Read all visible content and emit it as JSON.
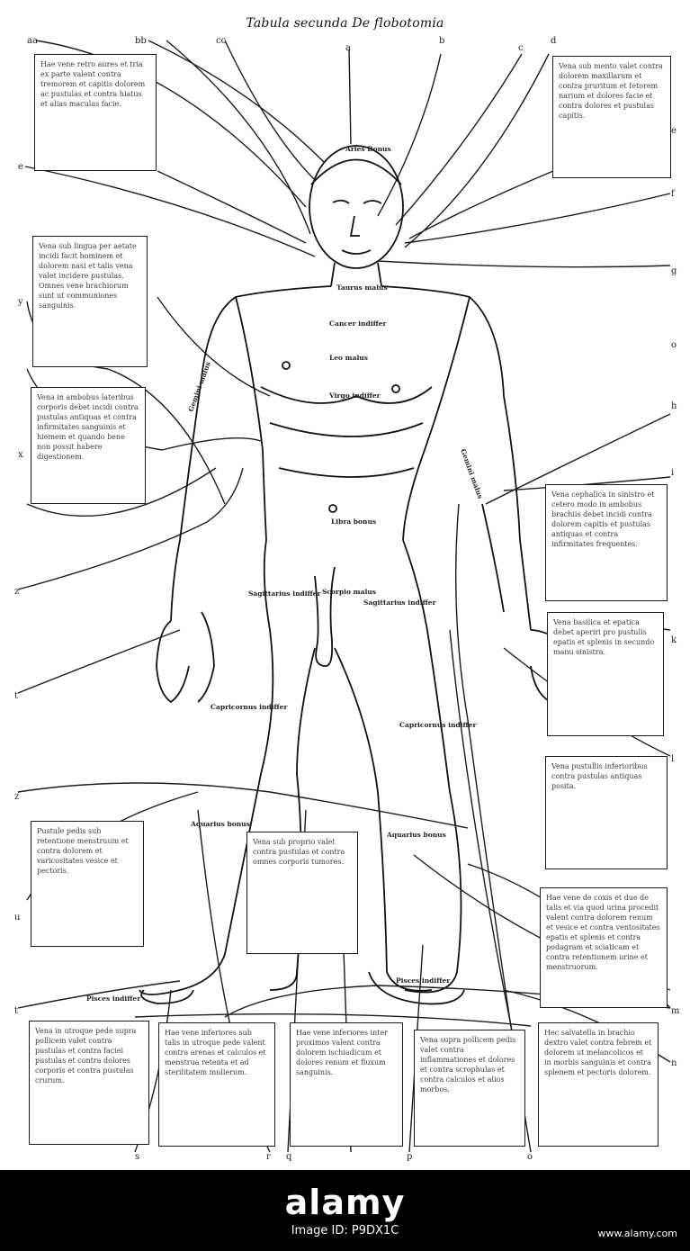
{
  "title": "Tabula secunda De flobotomia",
  "corner_letters": {
    "tl": "aa",
    "bb": "bb",
    "cc": "cc",
    "a": "a",
    "b": "b",
    "c": "c",
    "d": "d",
    "e": "e",
    "f": "f",
    "g": "g",
    "h": "h",
    "i": "i",
    "k": "k",
    "l": "l",
    "m": "m",
    "n": "n",
    "o": "o",
    "p": "p",
    "q": "q",
    "r": "r",
    "s": "s",
    "t": "t",
    "u": "u",
    "x": "x",
    "y": "y",
    "z": "z",
    "ee": "e",
    "e2": "e",
    "f2": "f"
  },
  "boxes": {
    "top_left": "Hae vene retro aures et tria ex parte valent contra tremorem et capitis dolorem ac pustulas et contra hiatus et alias maculas facie.",
    "top_right": "Vena sub mento valet contra dolorem maxillarum et contra pruritum et fetorem narium et dolores facie et contra dolores et pustulas capitis.",
    "mid_left_1": "Vena sub lingua per aetate incidi facit hominem et dolorem nasi et talis vena valet incidere pustulas. Omnes vene brachiorum sunt ut communiones sanguinis.",
    "mid_left_2": "Vena in ambobus lateribus corporis debet incidi contra pustulas antiquas et contra infirmitates sanguinis et hiemem et quando bene non possit habere digestionem.",
    "right_1": "Vena cephalica in sinistro et cetero modo in ambobus brachiis debet incidi contra dolorem capitis et pustulas antiquas et contra infirmitates frequentes.",
    "right_2": "Vena basilica et epatica debet aperiri pro pustulis epatis et splenis in secundo manu sinistra.",
    "right_3": "Vena pustullis inferioribus contra pustulas antiquas posita.",
    "left_low": "Pustule pedis sub retentione menstruum et contra dolorem et varicositates vesice et pectoris.",
    "center_low": "Vena sub proprio valet contra pustulas et contra omnes corporis tumores.",
    "right_4": "Hae vene de coxis et due de talis et via quod urina procedit valent contra dolorem renum et vesice et contra ventositates epatis et splenis et contra podagram et sciaticam et contra retentionem urine et menstruorum.",
    "bottom_1": "Vena in utroque pede supra pollicem valet contra pustulas et contra faciei pustulas et contra dolores corporis et contra pustulas crurum.",
    "bottom_2": "Hae vene inferiores sub talis in utroque pede valent contra arenas et calculos et menstrua retenta et ad sterilitatem mulierum.",
    "bottom_3": "Hae vene inferiores inter proximos valent contra dolorem ischiadicum et dolores renum et fluxum sanguinis.",
    "bottom_4": "Vena supra pollicem pedis valet contra inflammationes et dolores et contra scrophulas et contra calculos et alios morbos.",
    "bottom_5": "Hec salvatella in brachio dextro valet contra febrem et dolorem ut melancolicos et in morbis sanguinis et contra splenem et pectoris dolorem."
  },
  "body_labels": {
    "aries": "Aries Bonus",
    "taurus": "Taurus malus",
    "cancer": "Cancer indiffer",
    "leo": "Leo malus",
    "virgo": "Virgo indiffer",
    "gemini_l": "Gemini malus",
    "gemini_r": "Gemini malus",
    "libra": "Libra bonus",
    "scorpio": "Scorpio malus",
    "sag_l": "Sagittarius indiffer",
    "sag_r": "Sagittarius indiffer",
    "cap_l": "Capricornus indiffer",
    "cap_r": "Capricornus indiffer",
    "aqu_l": "Aquarius bonus",
    "aqu_r": "Aquarius bonus",
    "pisc_l": "Pisces indiffer",
    "pisc_r": "Pisces indiffer"
  },
  "footer": {
    "brand": "alamy",
    "image_id": "Image ID: P9DX1C",
    "url": "www.alamy.com"
  }
}
